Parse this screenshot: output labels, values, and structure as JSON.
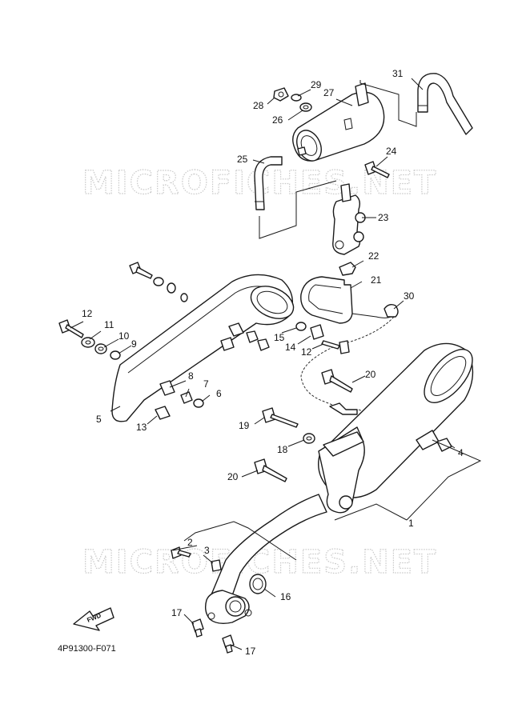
{
  "watermark": "MICROFICHES.NET",
  "diagram_code": "4P91300-F071",
  "fwd_label": "FWD",
  "callouts": [
    "1",
    "2",
    "3",
    "4",
    "5",
    "6",
    "7",
    "8",
    "9",
    "10",
    "11",
    "12",
    "12",
    "13",
    "14",
    "15",
    "16",
    "17",
    "17",
    "18",
    "19",
    "20",
    "20",
    "21",
    "22",
    "23",
    "24",
    "25",
    "26",
    "27",
    "28",
    "29",
    "30",
    "31"
  ]
}
